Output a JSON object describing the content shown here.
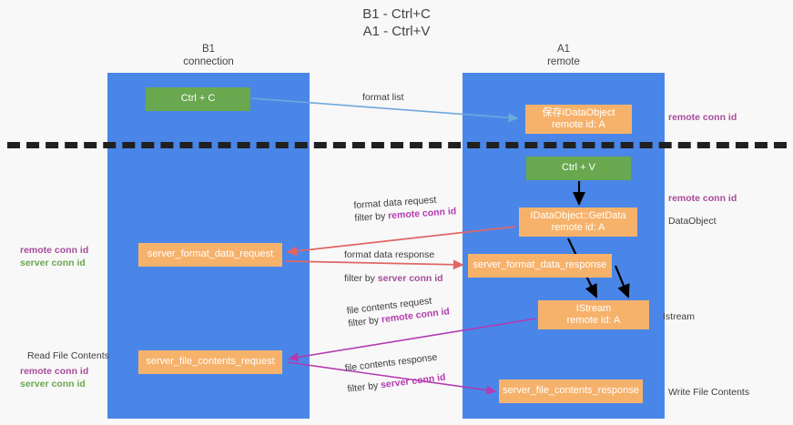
{
  "title": {
    "line1": "B1 - Ctrl+C",
    "line2": "A1 - Ctrl+V"
  },
  "lanes": [
    {
      "id": "b1",
      "name": "B1",
      "role": "connection"
    },
    {
      "id": "a1",
      "name": "A1",
      "role": "remote"
    }
  ],
  "boxes": {
    "ctrl_c": {
      "line1": "Ctrl + C",
      "line2": "",
      "color": "#6aa84f",
      "lane": "b1"
    },
    "save_idataobject": {
      "line1": "保存IDataObject",
      "line2": "remote id: A",
      "color": "#f6b26b",
      "lane": "a1"
    },
    "ctrl_v": {
      "line1": "Ctrl + V",
      "line2": "",
      "color": "#6aa84f",
      "lane": "a1"
    },
    "getdata": {
      "line1": "IDataObject::GetData",
      "line2": "remote id: A",
      "color": "#f6b26b",
      "lane": "a1"
    },
    "server_format_data_request": {
      "line1": "server_format_data_request",
      "line2": "",
      "color": "#f6b26b",
      "lane": "b1"
    },
    "server_format_data_response": {
      "line1": "server_format_data_response",
      "line2": "",
      "color": "#f6b26b",
      "lane": "a1"
    },
    "istream": {
      "line1": "IStream",
      "line2": "remote id: A",
      "color": "#f6b26b",
      "lane": "a1"
    },
    "server_file_contents_request": {
      "line1": "server_file_contents_request",
      "line2": "",
      "color": "#f6b26b",
      "lane": "b1"
    },
    "server_file_contents_response": {
      "line1": "server_file_contents_response",
      "line2": "",
      "color": "#f6b26b",
      "lane": "a1"
    }
  },
  "edge_labels": {
    "format_list": {
      "text": "format list"
    },
    "format_data_request": {
      "line1": "format data request",
      "filter_prefix": "filter by ",
      "filter_key": "remote conn id"
    },
    "format_data_response": {
      "line1": "format data response",
      "filter_prefix": "filter by ",
      "filter_key": "server conn id"
    },
    "file_contents_request": {
      "line1": "file contents request",
      "filter_prefix": "filter by ",
      "filter_key": "remote conn id"
    },
    "file_contents_response": {
      "line1": "file contents response",
      "filter_prefix": "filter by ",
      "filter_key": "server conn id"
    }
  },
  "annotations": {
    "right_remote_conn_id_1": "remote conn id",
    "right_remote_conn_id_2": "remote conn id",
    "right_dataobject": "DataObject",
    "right_istream": "Istream",
    "right_write_file_contents": "Write File Contents",
    "left_remote_conn_id_1": "remote conn id",
    "left_server_conn_id_1": "server conn id",
    "left_read_file_contents": "Read File Contents",
    "left_remote_conn_id_2": "remote conn id",
    "left_server_conn_id_2": "server conn id"
  },
  "colors": {
    "lane_blue": "#4a86e8",
    "box_orange": "#f6b26b",
    "box_green": "#6aa84f",
    "arrow_blue": "#6fa8dc",
    "arrow_red": "#e06666",
    "arrow_magenta": "#b43bb0",
    "arrow_black": "#000000",
    "key_purple": "#a64d9a",
    "key_green": "#6aa84f",
    "divider_black": "#202020",
    "background": "#f8f8f8"
  }
}
